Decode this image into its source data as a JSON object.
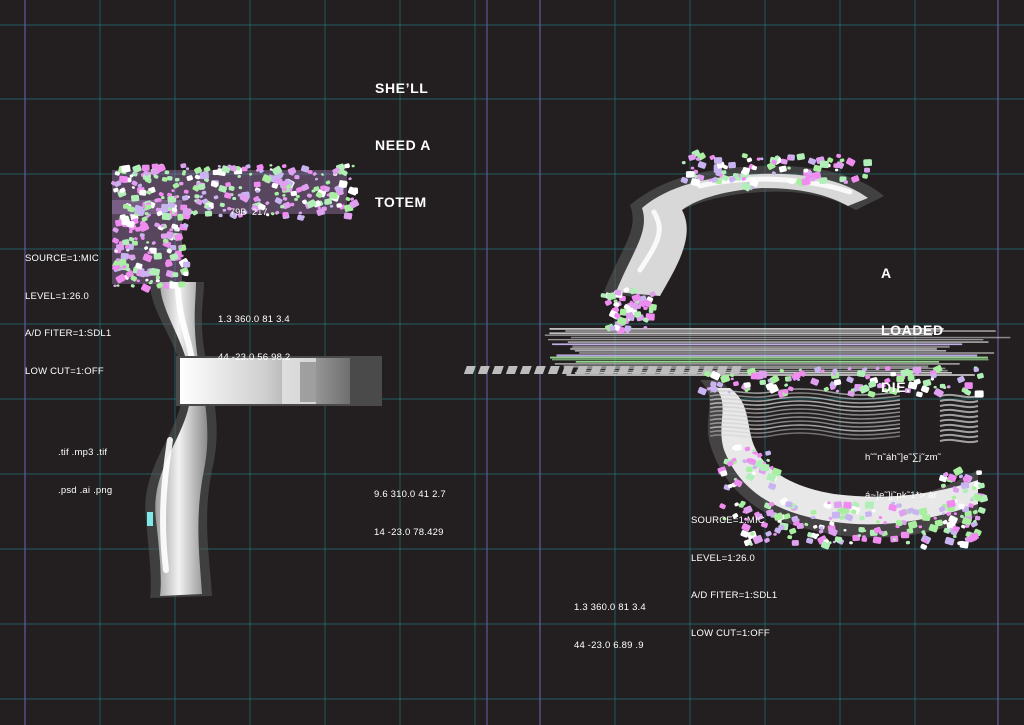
{
  "left_page": {
    "heading_lines": [
      "SHE’LL",
      "NEED A",
      "TOTEM"
    ],
    "glyph_fragment": "79B  217",
    "settings_lines": [
      "SOURCE=1:MIC",
      "LEVEL=1:26.0",
      "A/D FITER=1:SDL1",
      "LOW CUT=1:OFF"
    ],
    "numbers_a": [
      "1.3 360.0 81 3.4",
      "44 -23.0 56 98.2"
    ],
    "file_types": [
      ".tif .mp3 .tif",
      ".psd .ai .png"
    ],
    "numbers_b": [
      "9.6 310.0 41 2.7",
      "14 -23.0 78.429"
    ]
  },
  "right_page": {
    "heading_lines": [
      "A",
      "LOADED",
      "DIE."
    ],
    "glitch_text": [
      "h˜˜n˜áh˜]e˜∑j˜zm˜",
      "á~]e˜]j˜pk˜1*> àr"
    ],
    "settings_lines": [
      "SOURCE=1:MIC",
      "LEVEL=1:26.0",
      "A/D FITER=1:SDL1",
      "LOW CUT=1:OFF"
    ],
    "numbers": [
      "1.3 360.0 81 3.4",
      "44 -23.0 6.89 .9"
    ]
  },
  "colors": {
    "background": "#231f20",
    "grid_cyan": "#1f8a8e",
    "grid_violet": "#6b5aa6",
    "glitch_pink": "#f08cf0",
    "glitch_green": "#a8f0a0",
    "glitch_lilac": "#c8b4f0",
    "text": "#ffffff"
  }
}
